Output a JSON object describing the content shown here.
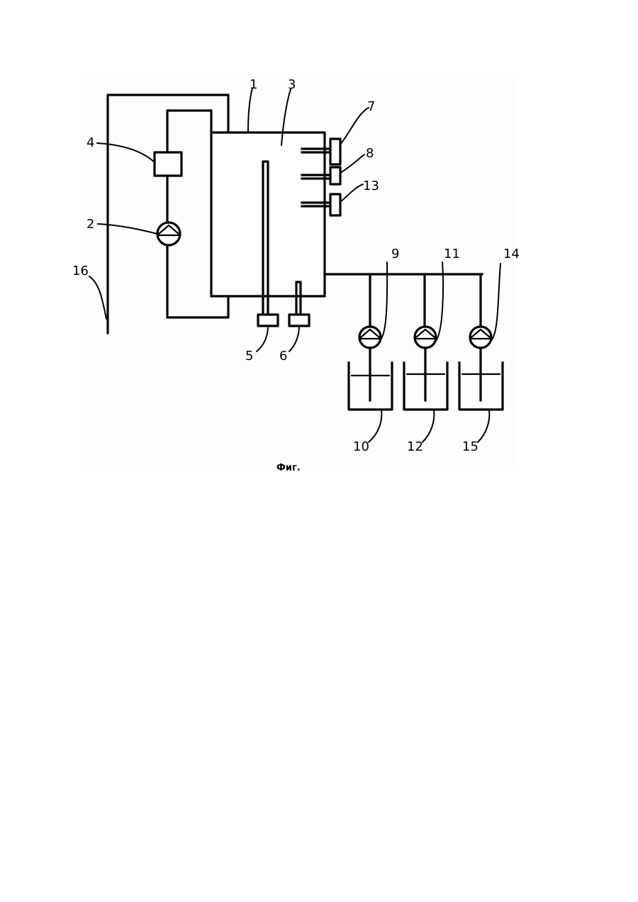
{
  "figure": {
    "caption": "Фиг."
  },
  "labels": {
    "l1": "1",
    "l2": "2",
    "l3": "3",
    "l4": "4",
    "l5": "5",
    "l6": "6",
    "l7": "7",
    "l8": "8",
    "l9": "9",
    "l10": "10",
    "l11": "11",
    "l12": "12",
    "l13": "13",
    "l14": "14",
    "l15": "15",
    "l16": "16"
  }
}
